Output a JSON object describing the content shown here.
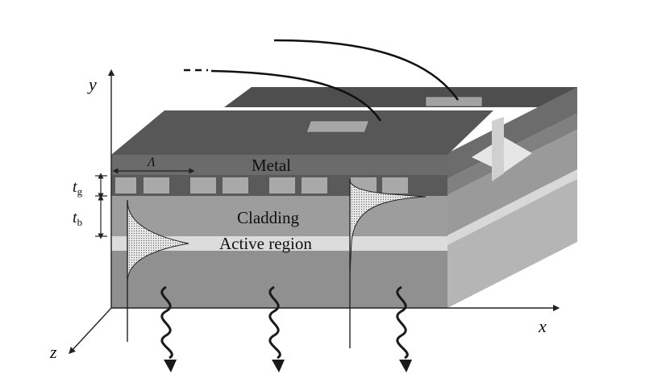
{
  "axes": {
    "y": "y",
    "x": "x",
    "z": "z"
  },
  "labels": {
    "metal": "Metal",
    "cladding": "Cladding",
    "active": "Active region",
    "period": "Λ",
    "tg_main": "t",
    "tg_sub": "g",
    "tb_main": "t",
    "tb_sub": "b"
  },
  "colors": {
    "metal_top": "#545454",
    "metal_front": "#6a6a6a",
    "grating_dark": "#5c5c5c",
    "grating_light": "#a8a8a8",
    "cladding": "#9c9c9c",
    "active": "#dedede",
    "substrate": "#8e8e8e",
    "side_dark": "#777777",
    "side_light": "#b9b9b9",
    "pad": "#a4a4a4",
    "stroke": "#1a1a1a"
  }
}
